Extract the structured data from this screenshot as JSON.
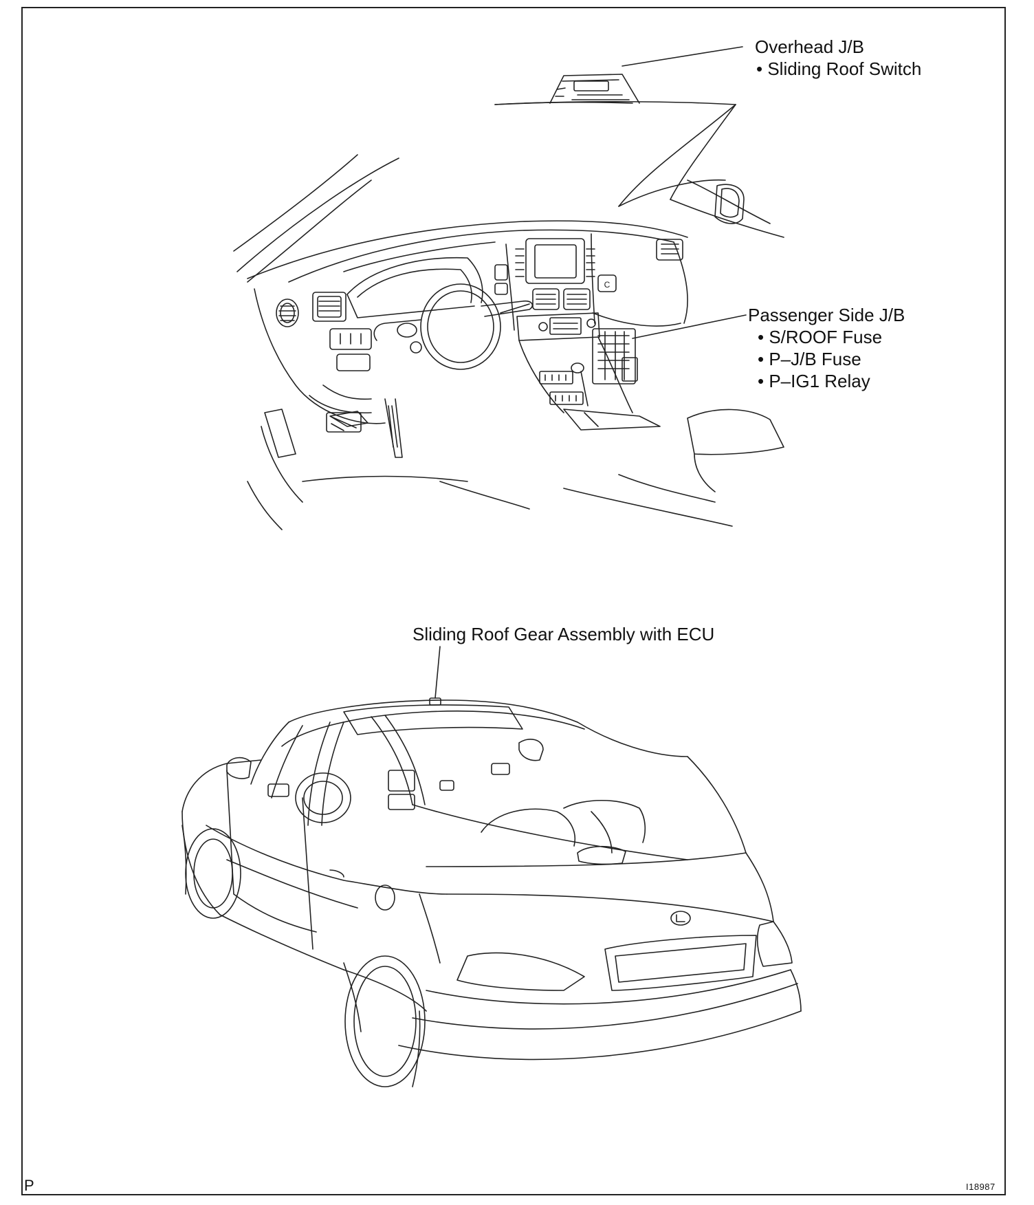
{
  "callouts": {
    "overhead_jb": {
      "title": "Overhead J/B",
      "items": [
        "Sliding Roof Switch"
      ]
    },
    "passenger_jb": {
      "title": "Passenger Side J/B",
      "items": [
        "S/ROOF Fuse",
        "P–J/B Fuse",
        "P–IG1 Relay"
      ]
    },
    "gear_assembly": {
      "title": "Sliding Roof Gear Assembly with ECU"
    }
  },
  "footer": {
    "section_letter": "P",
    "figure_id": "I18987"
  }
}
